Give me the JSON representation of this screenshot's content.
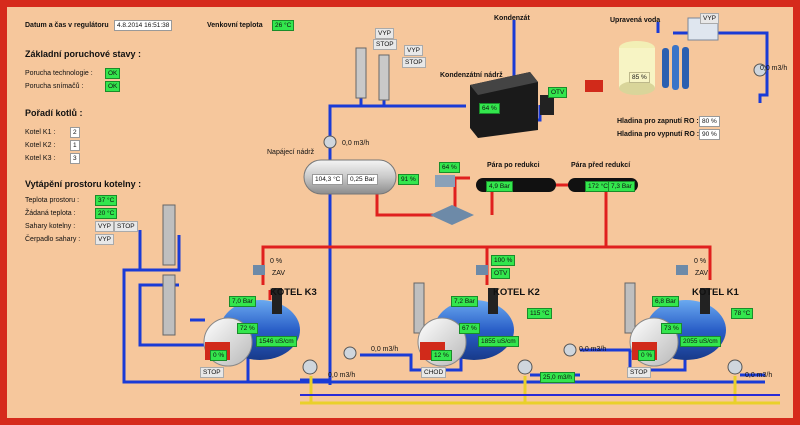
{
  "header": {
    "datetime_label": "Datum a čas v regulátoru",
    "datetime_value": "4.8.2014 16:51:38",
    "outdoor_label": "Venkovní teplota",
    "outdoor_value": "26 °C"
  },
  "faults": {
    "title": "Základní poruchové stavy :",
    "tech_label": "Porucha technologie :",
    "tech_value": "OK",
    "sensor_label": "Porucha snímačů :",
    "sensor_value": "OK"
  },
  "order": {
    "title": "Pořadí kotlů :",
    "items": [
      {
        "label": "Kotel K1 :",
        "value": "2"
      },
      {
        "label": "Kotel K2 :",
        "value": "1"
      },
      {
        "label": "Kotel K3 :",
        "value": "3"
      }
    ]
  },
  "heating": {
    "title": "Vytápění prostoru kotelny :",
    "room_temp_label": "Teplota prostoru :",
    "room_temp_value": "37 °C",
    "set_temp_label": "Žádaná teplota :",
    "set_temp_value": "20 °C",
    "dryer_label": "Sahary kotelny :",
    "dryer_on": "VYP",
    "dryer_stop": "STOP",
    "dryer_pump_label": "Čerpadlo sahary :",
    "dryer_pump_value": "VYP"
  },
  "top": {
    "condensate": "Kondenzát",
    "treated_water": "Upravená voda",
    "condensate_tank": "Kondenzátní nádrž",
    "condensate_tank_level": "64 %",
    "treated_tank_level": "85 %",
    "ro_vyp": "VYP",
    "ro_flow": "0,0 m3/h",
    "pump1_vyp": "VYP",
    "pump1_stop": "STOP",
    "pump2_vyp": "VYP",
    "pump2_stop": "STOP",
    "otv": "OTV",
    "ro_on_label": "Hladina pro zapnutí RO :",
    "ro_on_value": "80 %",
    "ro_off_label": "Hladina pro vypnutí RO :",
    "ro_off_value": "90 %"
  },
  "feed": {
    "tank_label": "Napájecí nádrž",
    "feed_flow": "0,0 m3/h",
    "temp": "104,3 °C",
    "pressure": "0,25 Bar",
    "level": "91 %",
    "valve": "64 %",
    "after_reduction": "Pára po redukci",
    "after_value": "4,9 Bar",
    "before_reduction": "Pára před redukcí",
    "before_temp": "172 °C",
    "before_pressure": "7,3 Bar"
  },
  "boilers": {
    "k3": {
      "title": "KOTEL K3",
      "valve_pct": "0 %",
      "valve_state": "ZAV",
      "pressure": "7,0 Bar",
      "level": "72 %",
      "conductivity": "1546 uS/cm",
      "burner": "0 %",
      "burner_state": "STOP",
      "flow": "0,0 m3/h"
    },
    "k2": {
      "title": "KOTEL K2",
      "valve_pct": "100 %",
      "valve_state": "OTV",
      "pressure": "7,2 Bar",
      "level": "67 %",
      "conductivity": "1855 uS/cm",
      "burner": "12 %",
      "burner_state": "CHOD",
      "temp": "115 °C",
      "flow": "0,0 m3/h",
      "flow2": "25,0 m3/h"
    },
    "k1": {
      "title": "KOTEL K1",
      "valve_pct": "0 %",
      "valve_state": "ZAV",
      "pressure": "6,8 Bar",
      "level": "73 %",
      "conductivity": "2055 uS/cm",
      "burner": "0 %",
      "burner_state": "STOP",
      "temp": "78 °C",
      "flow": "0,0 m3/h",
      "flow2": "0,0 m3/h"
    }
  }
}
